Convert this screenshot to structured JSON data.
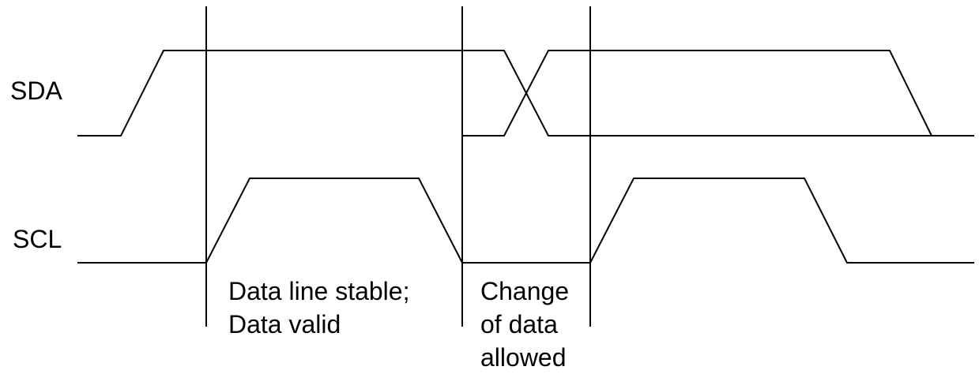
{
  "signals": {
    "sda_label": "SDA",
    "scl_label": "SCL"
  },
  "annotations": {
    "stable": {
      "line1": "Data line stable;",
      "line2": "Data valid"
    },
    "change": {
      "line1": "Change",
      "line2": "of data",
      "line3": "allowed"
    }
  },
  "colors": {
    "stroke": "#000000",
    "background": "#ffffff"
  }
}
